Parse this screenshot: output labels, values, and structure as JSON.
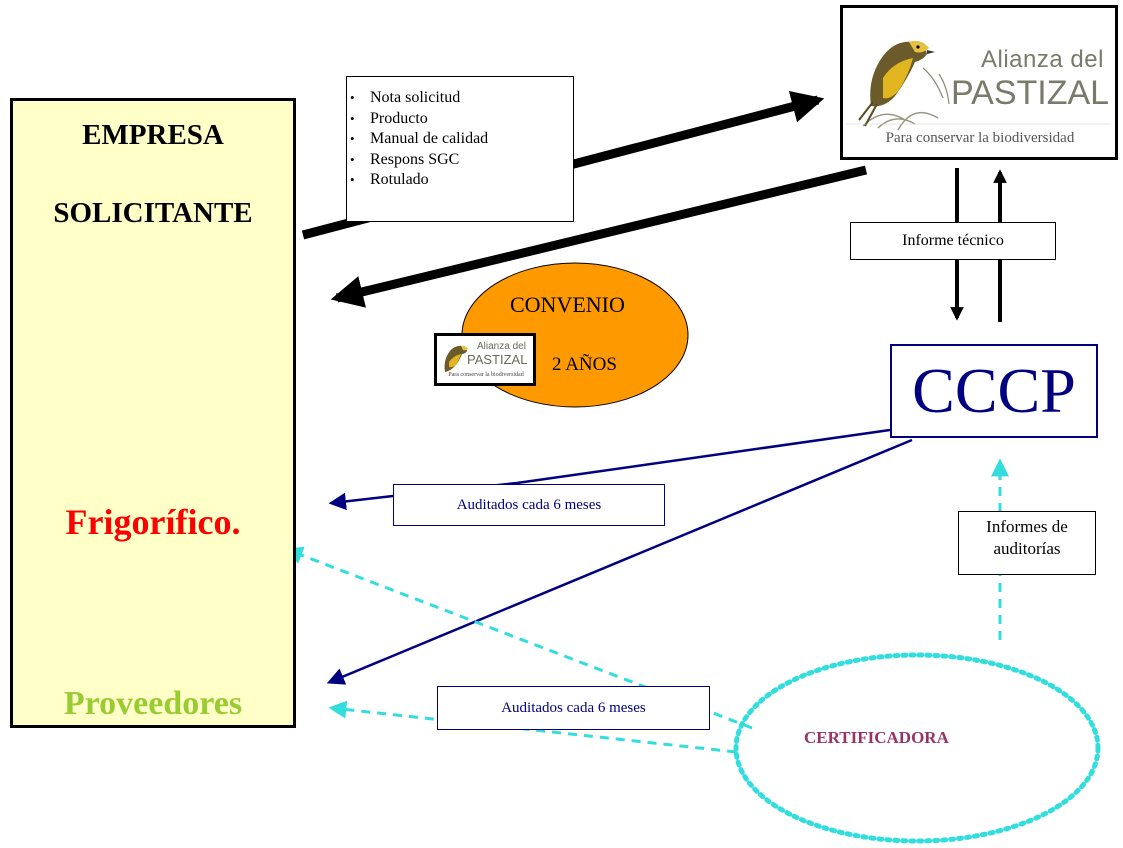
{
  "empresa": {
    "title_line1": "EMPRESA",
    "title_line2": "SOLICITANTE",
    "frigorifico": "Frigorífico.",
    "proveedores": "Proveedores"
  },
  "requirements": {
    "items": [
      "Nota solicitud",
      "Producto",
      "Manual de calidad",
      "Respons SGC",
      "Rotulado"
    ]
  },
  "alianza_logo": {
    "line1": "Alianza del",
    "line2": "PASTIZAL",
    "tagline": "Para conservar la biodiversidad"
  },
  "informe_tecnico": "Informe técnico",
  "convenio": {
    "label": "CONVENIO",
    "duration": "2  AÑOS"
  },
  "cccp": "CCCP",
  "audit_box_1": "Auditados cada 6 meses",
  "audit_box_2": "Auditados cada 6 meses",
  "informes_auditorias": "Informes de auditorías",
  "certificadora": "CERTIFICADORA",
  "colors": {
    "empresa_bg": "#ffffc8",
    "frigorifico": "#ff0000",
    "proveedores": "#99cc33",
    "convenio_fill": "#ff9900",
    "cccp": "#000080",
    "dashed_cyan": "#33dddd",
    "certificadora_text": "#993366"
  }
}
